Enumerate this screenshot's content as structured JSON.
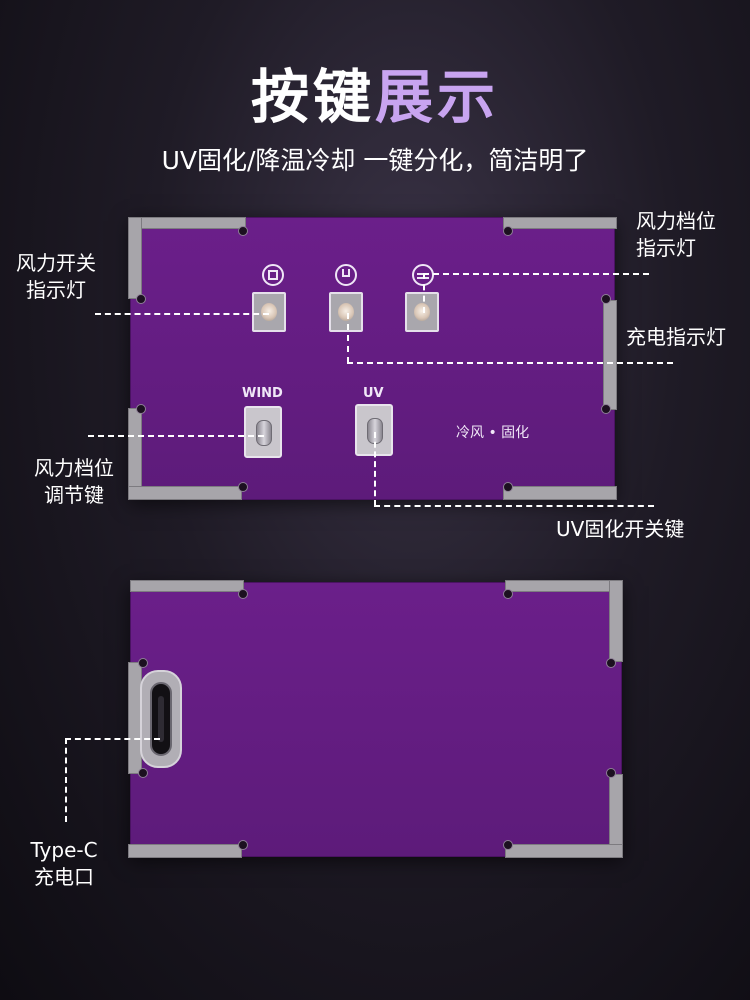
{
  "header": {
    "title_part1": "按键",
    "title_part2": "展示",
    "subtitle": "UV固化/降温冷却 一键分化，简洁明了"
  },
  "top_board": {
    "wind_label": "WIND",
    "uv_label": "UV",
    "mode_label": "冷风 • 固化",
    "icons": [
      "fan-power-icon",
      "charge-icon",
      "fan-level-icon"
    ]
  },
  "callouts": {
    "fan_power_indicator_line1": "风力开关",
    "fan_power_indicator_line2": "指示灯",
    "fan_level_indicator_line1": "风力档位",
    "fan_level_indicator_line2": "指示灯",
    "charge_indicator": "充电指示灯",
    "fan_level_button_line1": "风力档位",
    "fan_level_button_line2": "调节键",
    "uv_switch_button": "UV固化开关键",
    "typec_line1": "Type-C",
    "typec_line2": "充电口"
  },
  "colors": {
    "background": "#1f1b26",
    "board": "#6b1f8a",
    "title_accent": "#c8a4f0",
    "bracket": "#a7a5aa"
  }
}
